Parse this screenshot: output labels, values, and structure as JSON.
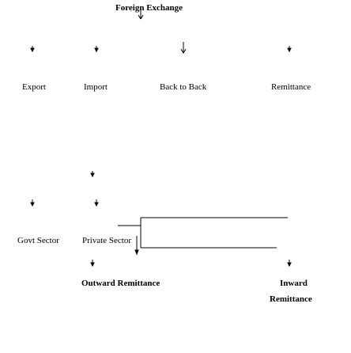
{
  "root": {
    "label": "Foreign Exchange"
  },
  "level1": [
    {
      "label": "Export"
    },
    {
      "label": "Import"
    },
    {
      "label": "Back to Back"
    },
    {
      "label": "Remittance"
    }
  ],
  "level2": [
    {
      "label": "Govt Sector"
    },
    {
      "label": "Private Sector"
    }
  ],
  "level3": [
    {
      "label": "Outward Remittance"
    },
    {
      "label": "Inward"
    },
    {
      "label": "Remittance"
    }
  ]
}
